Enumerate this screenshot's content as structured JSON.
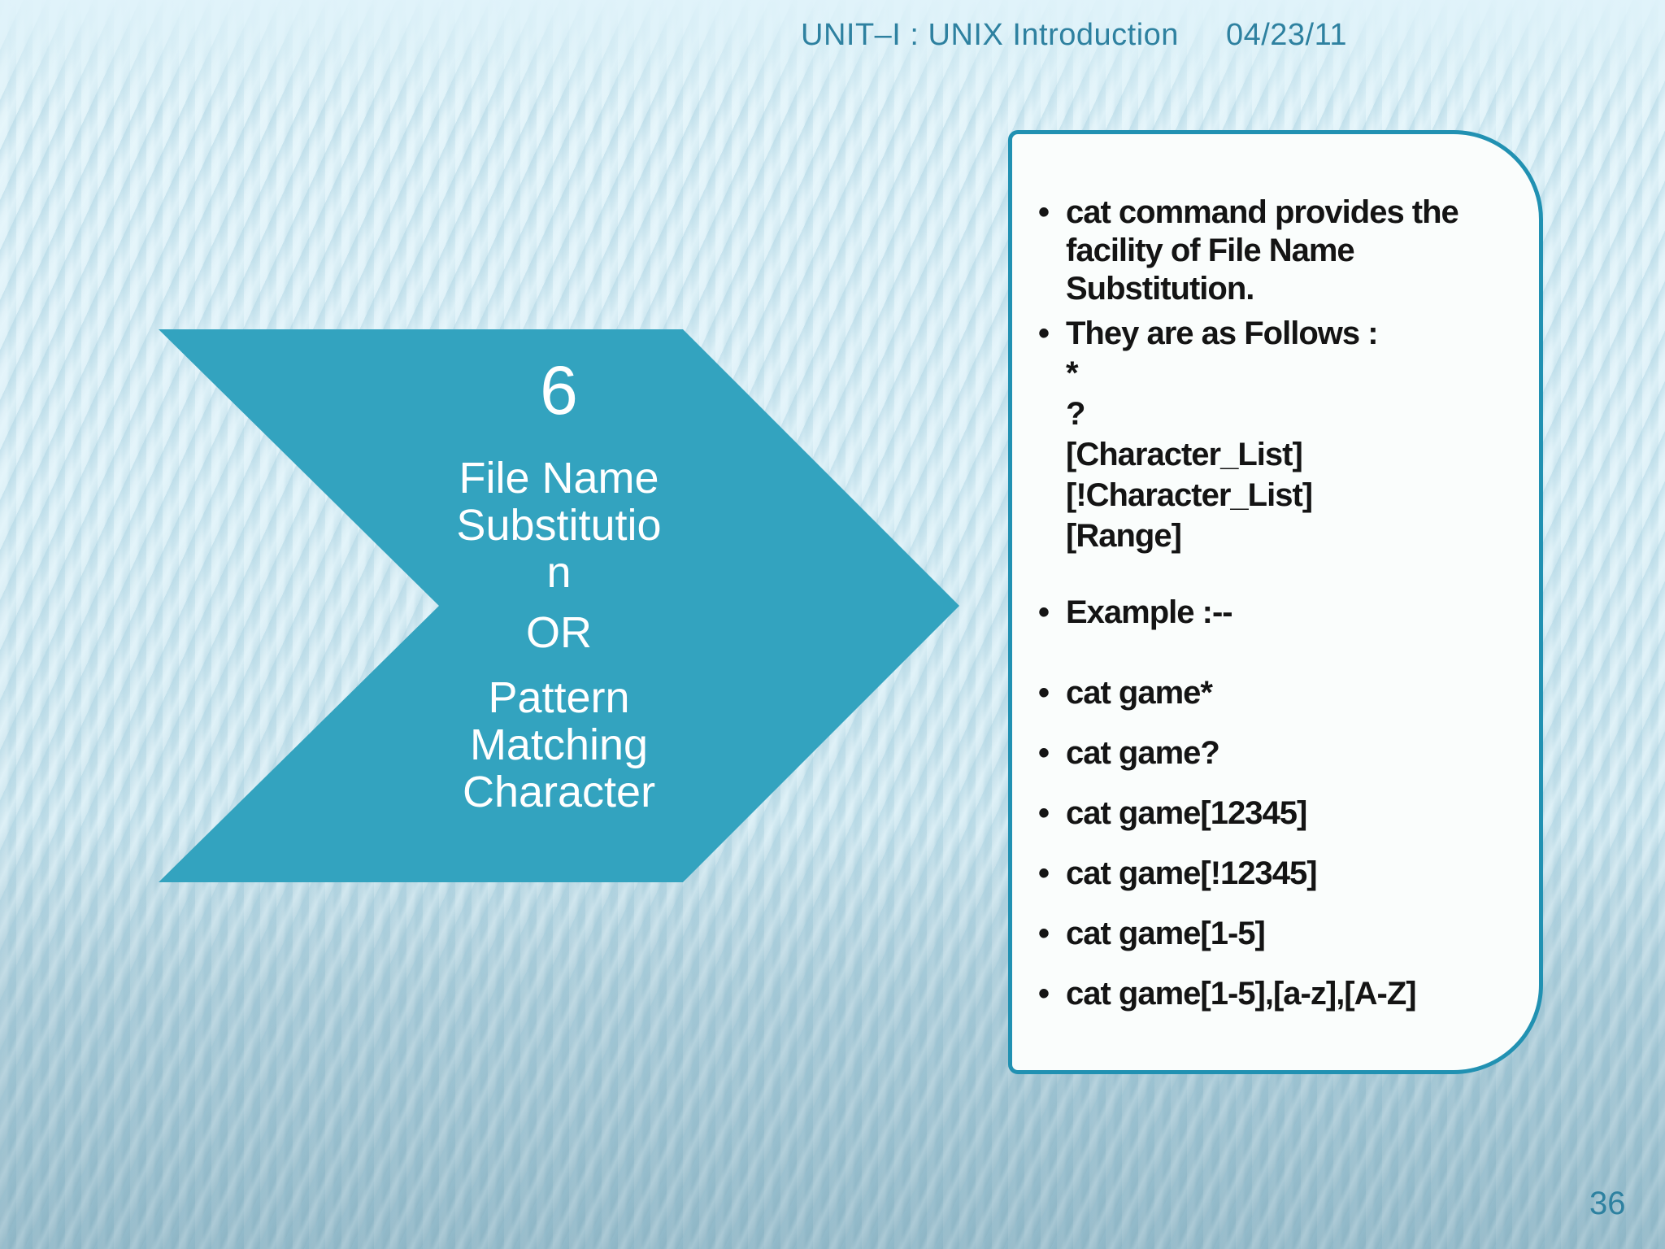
{
  "header": {
    "title": "UNIT–I : UNIX Introduction",
    "date": "04/23/11"
  },
  "footer": {
    "page_number": "36"
  },
  "chevron": {
    "number": "6",
    "title": "File Name\nSubstitutio\nn",
    "connector": "OR",
    "subtitle": "Pattern\nMatching\nCharacter"
  },
  "panel": {
    "intro": "cat command provides the\nfacility of File Name\nSubstitution.",
    "follows_label": "They are as Follows :",
    "wildcards": "*\n?\n[Character_List]\n[!Character_List]\n[Range]",
    "example_label": "Example :--",
    "examples": [
      "cat game*",
      "cat game?",
      "cat game[12345]",
      "cat game[!12345]",
      "cat game[1-5]",
      "cat game[1-5],[a-z],[A-Z]"
    ]
  },
  "colors": {
    "accent": "#33a3bf",
    "panel_border": "#2191b2",
    "heading_text": "#2e81a0",
    "body_text": "#141414"
  }
}
